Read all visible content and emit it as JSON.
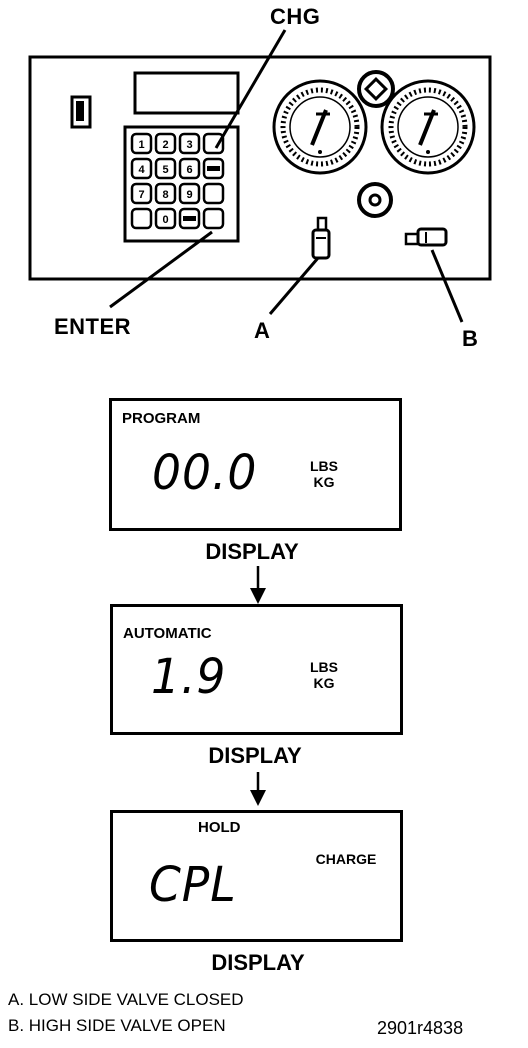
{
  "callouts": {
    "chg": "CHG",
    "enter": "ENTER",
    "a": "A",
    "b": "B"
  },
  "keypad": {
    "keys": [
      "1",
      "2",
      "3",
      "",
      "4",
      "5",
      "6",
      "",
      "7",
      "8",
      "9",
      "",
      "",
      "0",
      "",
      ""
    ]
  },
  "displays": [
    {
      "mode": "PROGRAM",
      "value": "00.0",
      "unit1": "LBS",
      "unit2": "KG",
      "label": "DISPLAY"
    },
    {
      "mode": "AUTOMATIC",
      "value": "1.9",
      "unit1": "LBS",
      "unit2": "KG",
      "label": "DISPLAY"
    },
    {
      "mode": "HOLD",
      "value": "CPL",
      "unit1": "CHARGE",
      "label": "DISPLAY"
    }
  ],
  "legend": [
    "A. LOW SIDE VALVE CLOSED",
    "B. HIGH SIDE VALVE OPEN"
  ],
  "figure_id": "2901r4838"
}
